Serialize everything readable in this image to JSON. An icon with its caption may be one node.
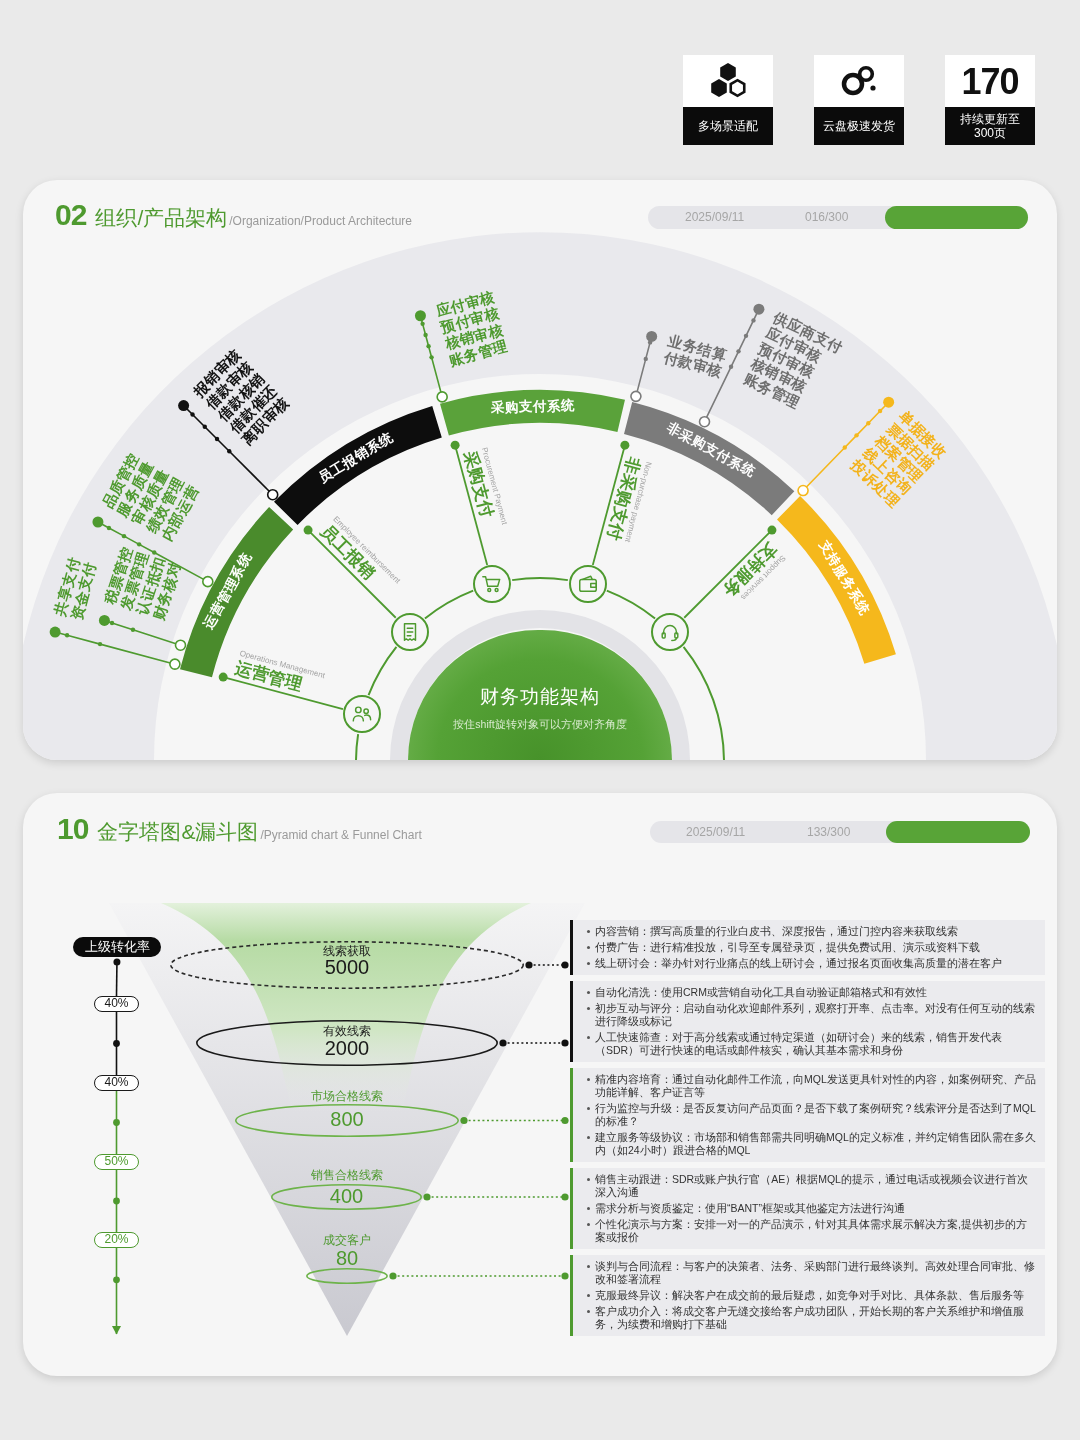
{
  "diagram": {
    "nodes": [
      {
        "text": [
          "多场景适配"
        ]
      },
      {
        "text": [
          "云盘极速发货"
        ]
      },
      {
        "text": [
          "170",
          "持续更新至300页"
        ]
      },
      {
        "text": [
          "02",
          "组织/产品架构",
          "/Organization/Product Architecture"
        ]
      },
      {
        "text": [
          "2025/09/11",
          "016/300"
        ],
        "in": 3
      },
      {
        "text": [],
        "shape": "box",
        "in": 4
      },
      {
        "text": [
          "运营管理系统"
        ],
        "in": 3
      },
      {
        "text": [
          "员工报销系统"
        ],
        "in": 3
      },
      {
        "text": [
          "采购支付系统"
        ],
        "in": 3
      },
      {
        "text": [
          "非采购支付系统"
        ],
        "in": 3
      },
      {
        "text": [
          "支持服务系统"
        ],
        "in": 3
      },
      {
        "text": [
          "共享支付",
          "资金支付"
        ],
        "in": 3
      },
      {
        "text": [
          "税票管控",
          "发票管理",
          "认证抵扣",
          "财务核对"
        ],
        "in": 3
      },
      {
        "text": [
          "品质管控",
          "服务质量",
          "审核质量",
          "绩效管理",
          "内部运营"
        ],
        "in": 3
      },
      {
        "text": [
          "报销审核",
          "借款审核",
          "借款核销",
          "借款催还",
          "离职审核"
        ],
        "in": 3
      },
      {
        "text": [
          "应付审核",
          "预付审核",
          "核销审核",
          "账务管理"
        ],
        "in": 3
      },
      {
        "text": [
          "业务结算",
          "付款审核"
        ],
        "in": 3
      },
      {
        "text": [
          "供应商支付",
          "应付审核",
          "预付审核",
          "核销审核",
          "账务管理"
        ],
        "in": 3
      },
      {
        "text": [
          "单据接收",
          "票据扫描",
          "档案管理",
          "线上咨询",
          "投诉处理"
        ],
        "in": 3
      },
      {
        "text": [
          "运营管理",
          "Operations Management"
        ],
        "in": 3
      },
      {
        "text": [
          "员工报销",
          "Employee reimbursement"
        ],
        "in": 3
      },
      {
        "text": [
          "采购支付",
          "Procurement Payment"
        ],
        "in": 3
      },
      {
        "text": [
          "非采购支付",
          "Non-purchase payment"
        ],
        "in": 3
      },
      {
        "text": [
          "支持服务",
          "Support services"
        ],
        "in": 3
      },
      {
        "text": [],
        "shape": "circle",
        "in": 3
      },
      {
        "text": [],
        "shape": "circle",
        "in": 3
      },
      {
        "text": [],
        "shape": "circle",
        "in": 3
      },
      {
        "text": [],
        "shape": "circle",
        "in": 3
      },
      {
        "text": [],
        "shape": "circle",
        "in": 3
      },
      {
        "text": [
          "财务功能架构",
          "按住shift旋转对象可以方便对齐角度"
        ],
        "in": 3
      },
      {
        "text": [
          "10",
          "金字塔图&漏斗图",
          "/Pyramid chart & Funnel Chart"
        ]
      },
      {
        "text": [
          "2025/09/11",
          "133/300"
        ],
        "in": 30
      },
      {
        "text": [],
        "shape": "box",
        "in": 31
      },
      {
        "text": [
          "上级转化率"
        ],
        "in": 30
      },
      {
        "text": [
          "40%"
        ],
        "in": 30
      },
      {
        "text": [
          "40%"
        ],
        "in": 30
      },
      {
        "text": [
          "50%"
        ],
        "in": 30
      },
      {
        "text": [
          "20%"
        ],
        "in": 30
      },
      {
        "text": [
          "线索获取",
          "5000"
        ],
        "in": 30
      },
      {
        "text": [
          "有效线索",
          "2000"
        ],
        "in": 30
      },
      {
        "text": [
          "市场合格线索",
          "800"
        ],
        "in": 30
      },
      {
        "text": [
          "销售合格线索",
          "400"
        ],
        "in": 30
      },
      {
        "text": [
          "成交客户",
          "80"
        ],
        "in": 30
      },
      {
        "text": [
          "内容营销：撰写高质量的行业白皮书、深度报告，通过门控内容来获取线索",
          "付费广告：进行精准投放，引导至专属登录页，提供免费试用、演示或资料下载",
          "线上研讨会：举办针对行业痛点的线上研讨会，通过报名页面收集高质量的潜在客户"
        ],
        "in": 30
      },
      {
        "text": [
          "自动化清洗：使用CRM或营销自动化工具自动验证邮箱格式和有效性",
          "初步互动与评分：启动自动化欢迎邮件系列，观察打开率、点击率。对没有任何互动的线索进行降级或标记",
          "人工快速筛查：对于高分线索或通过特定渠道（如研讨会）来的线索，销售开发代表（SDR）可进行快速的电话或邮件核实，确认其基本需求和身份"
        ],
        "in": 30
      },
      {
        "text": [
          "精准内容培育：通过自动化邮件工作流，向MQL发送更具针对性的内容，如案例研究、产品功能详解、客户证言等",
          "行为监控与升级：是否反复访问产品页面？是否下载了案例研究？线索评分是否达到了MQL的标准？",
          "建立服务等级协议：市场部和销售部需共同明确MQL的定义标准，并约定销售团队需在多久内（如24小时）跟进合格的MQL"
        ],
        "in": 30
      },
      {
        "text": [
          "销售主动跟进：SDR或账户执行官（AE）根据MQL的提示，通过电话或视频会议进行首次深入沟通",
          "需求分析与资质鉴定：使用“BANT”框架或其他鉴定方法进行沟通",
          "个性化演示与方案：安排一对一的产品演示，针对其具体需求展示解决方案,提供初步的方案或报价"
        ],
        "in": 30
      },
      {
        "text": [
          "谈判与合同流程：与客户的决策者、法务、采购部门进行最终谈判。高效处理合同审批、修改和签署流程",
          "克服最终异议：解决客户在成交前的最后疑虑，如竞争对手对比、具体条款、售后服务等",
          "客户成功介入：将成交客户无缝交接给客户成功团队，开始长期的客户关系维护和增值服务，为续费和增购打下基础"
        ],
        "in": 30
      }
    ],
    "edges": [
      {
        "from": 6,
        "to": 11,
        "arrow": "other"
      },
      {
        "from": 6,
        "to": 12,
        "arrow": "other"
      },
      {
        "from": 6,
        "to": 13,
        "arrow": "other"
      },
      {
        "from": 7,
        "to": 14,
        "arrow": "other",
        "color": "#111111"
      },
      {
        "from": 8,
        "to": 15,
        "arrow": "other"
      },
      {
        "from": 9,
        "to": 16,
        "arrow": "other",
        "color": "#7b7b7b"
      },
      {
        "from": 9,
        "to": 17,
        "arrow": "other",
        "color": "#7b7b7b"
      },
      {
        "from": 10,
        "to": 18,
        "arrow": "other",
        "color": "#f5b81c"
      },
      {
        "from": 24,
        "to": 19,
        "arrow": "other"
      },
      {
        "from": 25,
        "to": 20,
        "arrow": "other"
      },
      {
        "from": 26,
        "to": 21,
        "arrow": "other"
      },
      {
        "from": 27,
        "to": 22,
        "arrow": "other"
      },
      {
        "from": 28,
        "to": 23,
        "arrow": "other"
      },
      {
        "from": 24,
        "to": 25,
        "arrow": "none"
      },
      {
        "from": 25,
        "to": 26,
        "arrow": "none"
      },
      {
        "from": 26,
        "to": 27,
        "arrow": "none"
      },
      {
        "from": 27,
        "to": 28,
        "arrow": "none"
      },
      {
        "from": 33,
        "to": 34,
        "arrow": "other",
        "color": "#111111"
      },
      {
        "from": 34,
        "to": 35,
        "arrow": "none",
        "color": "#111111"
      },
      {
        "from": 35,
        "to": 36,
        "arrow": "none"
      },
      {
        "from": 36,
        "to": 37,
        "arrow": "none"
      },
      {
        "from": 37,
        "to": null,
        "arrow": "to"
      },
      {
        "from": 38,
        "to": 43,
        "arrow": "other",
        "style": "dashed",
        "color": "#111111"
      },
      {
        "from": 39,
        "to": 44,
        "arrow": "other",
        "style": "dashed",
        "color": "#111111"
      },
      {
        "from": 40,
        "to": 45,
        "arrow": "other",
        "style": "dashed"
      },
      {
        "from": 41,
        "to": 46,
        "arrow": "other",
        "style": "dashed"
      },
      {
        "from": 42,
        "to": 47,
        "arrow": "other",
        "style": "dashed"
      }
    ]
  }
}
